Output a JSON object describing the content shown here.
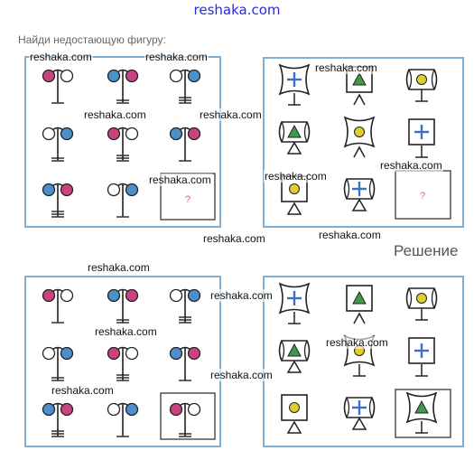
{
  "header": {
    "site_link": "reshaka.com"
  },
  "task": {
    "prompt": "Найди недостающую фигуру:"
  },
  "solution": {
    "label": "Решение"
  },
  "watermark": "reshaka.com",
  "placeholder": {
    "missing_mark": "?"
  },
  "colors": {
    "pink": "#c9447e",
    "blue": "#4b8fcb",
    "white": "#ffffff",
    "yellow": "#e0cc2e",
    "green": "#3d9a4a",
    "cross": "#3e6fc7",
    "panel_border": "#7eaed3",
    "question": "#e0588e"
  },
  "puzzle_left": {
    "rows": [
      [
        {
          "left": "pink",
          "right": "white",
          "base": 1
        },
        {
          "left": "blue",
          "right": "pink",
          "base": 2
        },
        {
          "left": "white",
          "right": "blue",
          "base": 3
        }
      ],
      [
        {
          "left": "white",
          "right": "blue",
          "base": 2
        },
        {
          "left": "pink",
          "right": "white",
          "base": 3
        },
        {
          "left": "blue",
          "right": "pink",
          "base": 1
        }
      ],
      [
        {
          "left": "blue",
          "right": "pink",
          "base": 3
        },
        {
          "left": "white",
          "right": "blue",
          "base": 1
        },
        null
      ]
    ]
  },
  "solution_left": {
    "rows": [
      [
        {
          "left": "pink",
          "right": "white",
          "base": 1
        },
        {
          "left": "blue",
          "right": "pink",
          "base": 2
        },
        {
          "left": "white",
          "right": "blue",
          "base": 3
        }
      ],
      [
        {
          "left": "white",
          "right": "blue",
          "base": 2
        },
        {
          "left": "pink",
          "right": "white",
          "base": 3
        },
        {
          "left": "blue",
          "right": "pink",
          "base": 1
        }
      ],
      [
        {
          "left": "blue",
          "right": "pink",
          "base": 3
        },
        {
          "left": "white",
          "right": "blue",
          "base": 1
        },
        {
          "left": "pink",
          "right": "white",
          "base": 2,
          "framed": true
        }
      ]
    ]
  },
  "puzzle_right": {
    "rows": [
      [
        {
          "frame": "pillow",
          "symbol": "cross",
          "base": "tee"
        },
        {
          "frame": "square",
          "symbol": "triangle",
          "base": "vee"
        },
        {
          "frame": "barrel",
          "symbol": "circle",
          "base": "tee"
        }
      ],
      [
        {
          "frame": "barrel",
          "symbol": "triangle",
          "base": "triangle"
        },
        {
          "frame": "pillow",
          "symbol": "circle",
          "base": "vee"
        },
        {
          "frame": "square",
          "symbol": "cross",
          "base": "tee"
        }
      ],
      [
        {
          "frame": "square",
          "symbol": "circle",
          "base": "triangle"
        },
        {
          "frame": "barrel",
          "symbol": "cross",
          "base": "triangle"
        },
        null
      ]
    ]
  },
  "solution_right": {
    "rows": [
      [
        {
          "frame": "pillow",
          "symbol": "cross",
          "base": "tee"
        },
        {
          "frame": "square",
          "symbol": "triangle",
          "base": "vee"
        },
        {
          "frame": "barrel",
          "symbol": "circle",
          "base": "tee"
        }
      ],
      [
        {
          "frame": "barrel",
          "symbol": "triangle",
          "base": "triangle"
        },
        {
          "frame": "pillow",
          "symbol": "circle",
          "base": "tee"
        },
        {
          "frame": "square",
          "symbol": "cross",
          "base": "tee"
        }
      ],
      [
        {
          "frame": "square",
          "symbol": "circle",
          "base": "triangle"
        },
        {
          "frame": "barrel",
          "symbol": "cross",
          "base": "triangle"
        },
        {
          "frame": "pillow",
          "symbol": "triangle",
          "base": "tee",
          "framed": true
        }
      ]
    ]
  }
}
